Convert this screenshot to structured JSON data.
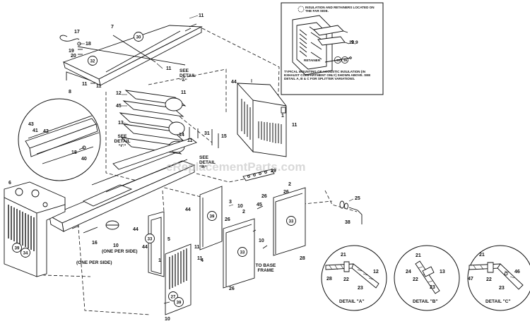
{
  "watermark": "eReplacementParts.com",
  "inset": {
    "legend_note": "INSULATION AND RETAINERS LOCATED ON THE FAR SIDE.",
    "retainer_label": "RETAINER",
    "callout_part": "22,9",
    "retainer_circles": [
      "35",
      "39"
    ],
    "caption": "TYPICAL MOUNTING OF ACOUSTIC INSULATION (IN EXHAUST COMPARTMENT ONLY) SHOWN ABOVE. SEE DETAIL A, B & C FOR SPLITTER VARIATIONS."
  },
  "text_labels": {
    "see_detail_a": "SEE DETAIL \"A\"",
    "see_detail_c": "SEE DETAIL \"C\"",
    "see_detail_b": "SEE DETAIL \"B\"",
    "one_per_side_1": "(ONE PER SIDE)",
    "one_per_side_2": "(ONE PER SIDE)",
    "to_base_frame": "TO BASE FRAME"
  },
  "details": {
    "a": {
      "title": "DETAIL \"A\"",
      "parts": [
        "21",
        "28",
        "22",
        "23",
        "12"
      ]
    },
    "b": {
      "title": "DETAIL \"B\"",
      "parts": [
        "21",
        "24",
        "22",
        "23",
        "13"
      ]
    },
    "c": {
      "title": "DETAIL \"C\"",
      "parts": [
        "21",
        "47",
        "22",
        "23",
        "46"
      ]
    }
  },
  "circled_parts": [
    "30",
    "32",
    "39",
    "34",
    "39",
    "33",
    "33",
    "27",
    "39",
    "33"
  ],
  "part_numbers": [
    "11",
    "7",
    "17",
    "19",
    "18",
    "20",
    "11",
    "8",
    "11",
    "11",
    "12",
    "45",
    "13",
    "14",
    "11",
    "31",
    "15",
    "44",
    "1",
    "11",
    "43",
    "42",
    "41",
    "18",
    "40",
    "6",
    "16",
    "10",
    "44",
    "5",
    "44",
    "3",
    "44",
    "11",
    "29",
    "26",
    "45",
    "10",
    "2",
    "26",
    "10",
    "2",
    "26",
    "26",
    "25",
    "38",
    "11",
    "4",
    "10",
    "1",
    "28",
    "9",
    "11"
  ]
}
